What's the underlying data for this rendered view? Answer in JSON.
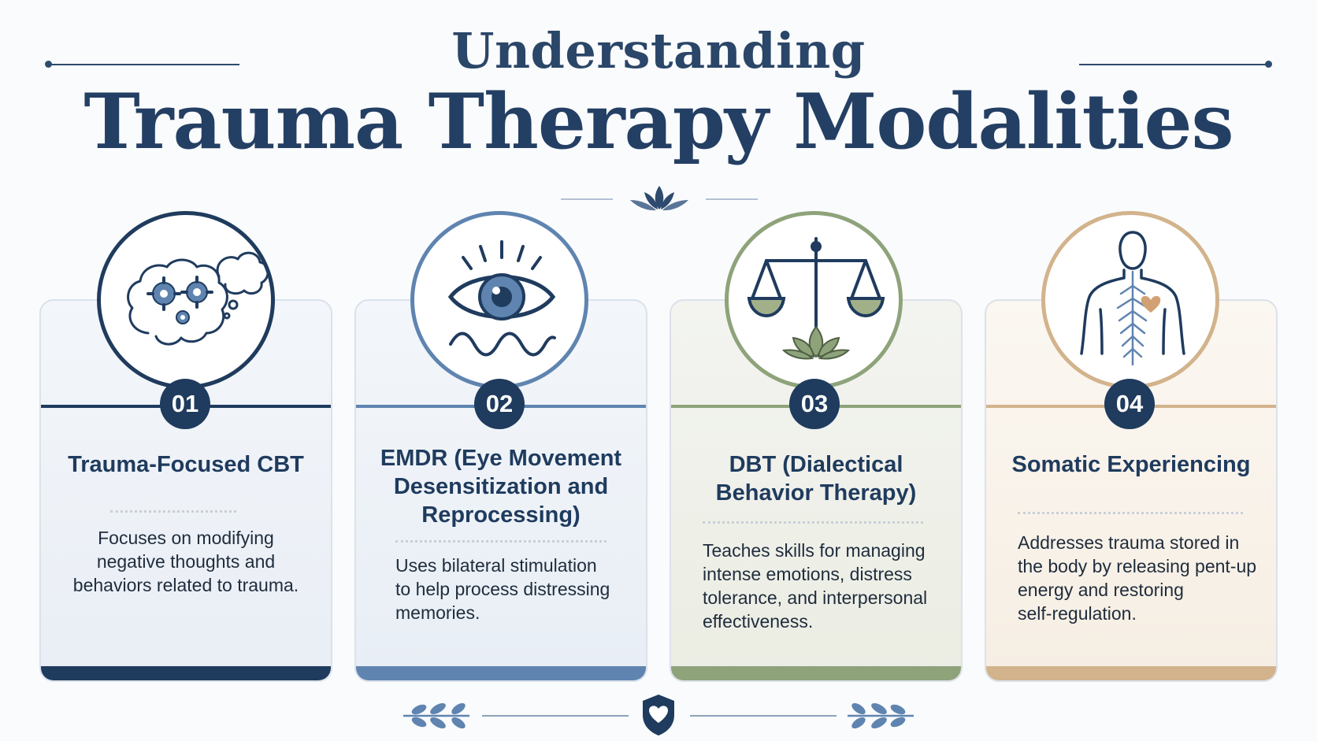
{
  "header": {
    "title_line1": "Understanding",
    "title_line2": "Trauma Therapy Modalities"
  },
  "colors": {
    "navy": "#1f3b5e",
    "steel_blue": "#5f84b0",
    "sage_green": "#8ea37a",
    "tan": "#d2b38c"
  },
  "cards": [
    {
      "number": "01",
      "title": "Trauma-Focused CBT",
      "description_lines": [
        "Focuses on modifying",
        "negative thoughts and",
        "behaviors related to trauma."
      ],
      "icon": "brain-gears-icon"
    },
    {
      "number": "02",
      "title_lines": [
        "EMDR (Eye Movement",
        "Desensitization and",
        "Reprocessing)"
      ],
      "description_lines": [
        "Uses bilateral stimulation",
        "to help process distressing",
        "memories."
      ],
      "icon": "eye-icon"
    },
    {
      "number": "03",
      "title_lines": [
        "DBT (Dialectical",
        "Behavior Therapy)"
      ],
      "description_lines": [
        "Teaches skills for managing",
        "intense emotions, distress",
        "tolerance, and interpersonal",
        "effectiveness."
      ],
      "icon": "balance-scale-icon"
    },
    {
      "number": "04",
      "title": "Somatic Experiencing",
      "description_lines": [
        "Addresses trauma stored in",
        "the body by releasing pent-up",
        "energy and restoring",
        "self-regulation."
      ],
      "icon": "body-nervous-system-icon"
    }
  ]
}
